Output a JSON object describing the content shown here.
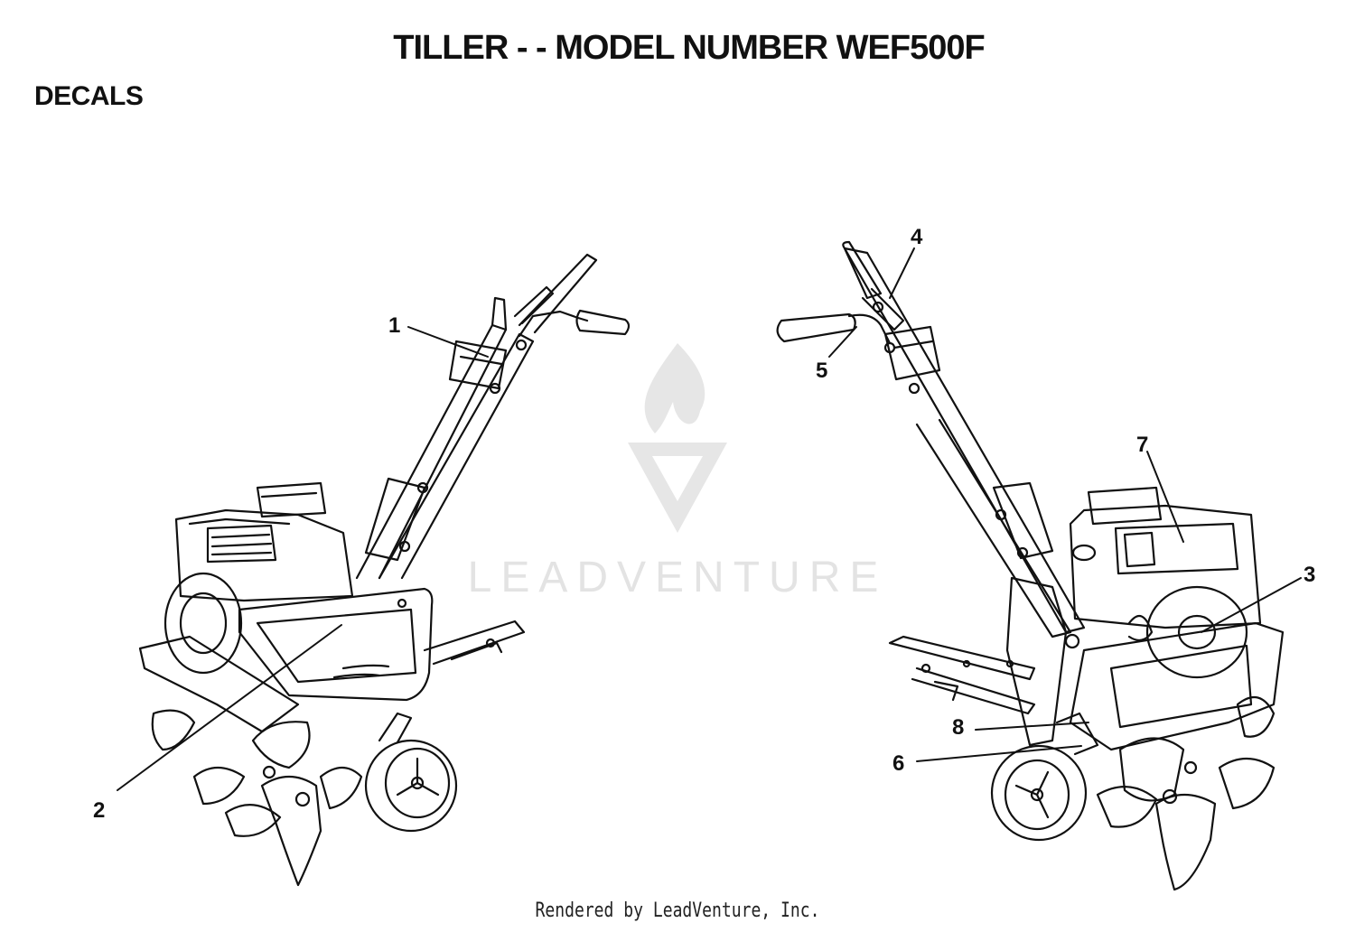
{
  "title": "TILLER - - MODEL NUMBER WEF500F",
  "section": "DECALS",
  "watermark": "LEADVENTURE",
  "footer": "Rendered by LeadVenture, Inc.",
  "callouts": [
    "1",
    "2",
    "3",
    "4",
    "5",
    "6",
    "7",
    "8"
  ],
  "colors": {
    "line": "#111111",
    "watermark": "#e3e3e3",
    "background": "#ffffff"
  },
  "icons": {
    "watermark": "flame-v-logo-icon"
  }
}
